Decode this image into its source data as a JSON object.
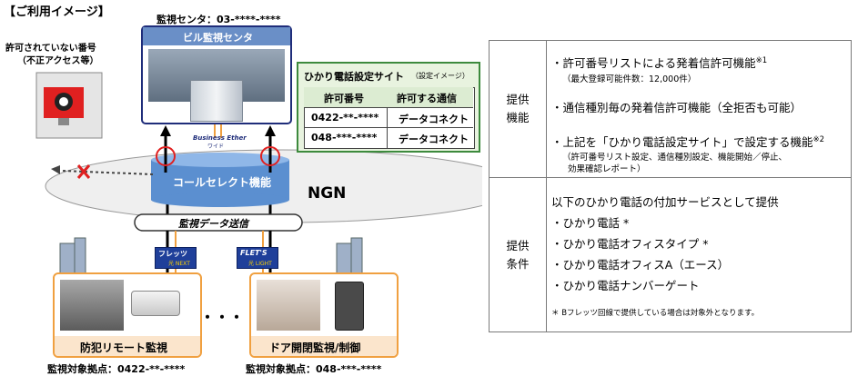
{
  "usage_image_title": "【ご利用イメージ】",
  "monitor_center": {
    "phone_label": "監視センタ：03-****-****",
    "name": "ビル監視センタ"
  },
  "unauthorized": {
    "line1": "許可されていない番号",
    "line2": "（不正アクセス等）"
  },
  "business_ether": {
    "line1": "Business Ether",
    "line2": "ワイド"
  },
  "settings_site": {
    "title": "ひかり電話設定サイト",
    "title_note": "（設定イメージ）",
    "headers": [
      "許可番号",
      "許可する通信"
    ],
    "rows": [
      [
        "0422-**-****",
        "データコネクト"
      ],
      [
        "048-***-****",
        "データコネクト"
      ]
    ]
  },
  "network": {
    "call_select": "コールセレクト機能",
    "ngn": "NGN",
    "data_send": "監視データ送信"
  },
  "flets_badges": [
    {
      "top": "フレッツ",
      "bottom": "光 NEXT"
    },
    {
      "top": "FLET'S",
      "bottom": "光 LIGHT"
    }
  ],
  "ellipsis": "・・・",
  "sites": [
    {
      "name": "防犯リモート監視",
      "footer": "監視対象拠点：0422-**-****"
    },
    {
      "name": "ドア開閉監視/制御",
      "footer": "監視対象拠点：048-***-****"
    }
  ],
  "table": {
    "provision": {
      "header": [
        "提供",
        "機能"
      ],
      "items": [
        {
          "main": "・許可番号リストによる発着信許可機能",
          "sup": "※1",
          "sub": [
            "（最大登録可能件数：12,000件）"
          ]
        },
        {
          "main": "・通信種別毎の発着信許可機能（全拒否も可能）",
          "sup": "",
          "sub": []
        },
        {
          "main": "・上記を「ひかり電話設定サイト」で設定する機能",
          "sup": "※2",
          "sub": [
            "（許可番号リスト設定、通信種別設定、機能開始／停止、",
            "効果確認レポート）"
          ]
        }
      ]
    },
    "conditions": {
      "header": [
        "提供",
        "条件"
      ],
      "intro": "以下のひかり電話の付加サービスとして提供",
      "items": [
        "・ひかり電話 *",
        "・ひかり電話オフィスタイプ *",
        "・ひかり電話オフィスA（エース）",
        "・ひかり電話ナンバーゲート"
      ],
      "note": "＊ Bフレッツ回線で提供している場合は対象外となります。"
    }
  },
  "colors": {
    "center_border": "#1f2d7a",
    "site_border": "#f0a040",
    "settings_bg": "#e8f3df",
    "settings_border": "#3d8a3d",
    "call_select_fill": "#5b8fd0",
    "ngn_fill": "#eeeeee",
    "alert_red": "#e02020",
    "highlight_circle": "#e02020"
  }
}
